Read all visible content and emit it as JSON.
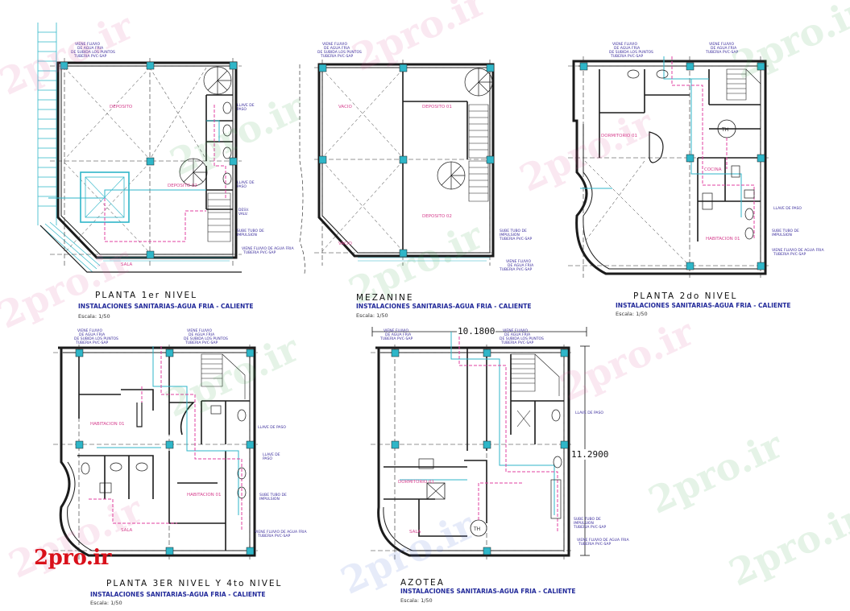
{
  "watermark": "2pro.ir",
  "logo_text": "2pro.ir",
  "colors": {
    "wall": "#1b1b1b",
    "axis": "#2a2a2a",
    "cold_water": "#2fb6c8",
    "hot_water": "#e040a0",
    "note_text": "#3a2c9c",
    "label_pink": "#d6408f",
    "logo": "#d9101a"
  },
  "plans": [
    {
      "id": "planta-1er-nivel",
      "title": "PLANTA 1er NIVEL",
      "subtitle": "INSTALACIONES SANITARIAS-AGUA FRIA - CALIENTE",
      "scale": "Escala: 1/50"
    },
    {
      "id": "mezanine",
      "title": "MEZANINE",
      "subtitle": "INSTALACIONES SANITARIAS-AGUA FRIA - CALIENTE",
      "scale": "Escala: 1/50"
    },
    {
      "id": "planta-2do-nivel",
      "title": "PLANTA 2do NIVEL",
      "subtitle": "INSTALACIONES SANITARIAS-AGUA FRIA - CALIENTE",
      "scale": "Escala: 1/50"
    },
    {
      "id": "planta-3er-4to-nivel",
      "title": "PLANTA 3ER NIVEL Y 4to NIVEL",
      "subtitle": "INSTALACIONES SANITARIAS-AGUA FRIA - CALIENTE",
      "scale": "Escala: 1/50"
    },
    {
      "id": "azotea",
      "title": "AZOTEA",
      "subtitle": "INSTALACIONES SANITARIAS-AGUA FRIA - CALIENTE",
      "scale": "Escala: 1/50"
    }
  ],
  "dimensions": {
    "azotea_width": "10.1800",
    "azotea_height": "11.2900"
  },
  "room_labels": {
    "deposito": "DEPOSITO",
    "deposito_2": "DEPOSITO 02",
    "dormitorio": "DORMITORIO 01",
    "habitacion": "HABITACION 01",
    "cocina": "COCINA",
    "sala": "SALA",
    "vacio": "VACIO",
    "th": "TH"
  },
  "notes": {
    "viene_fluvio": "VIENE FLUVIO DE AGUA FRIA",
    "sube_tubo": "SUBE TUBO DE IMPULSION",
    "tubo_pvc": "TUBERIA PVC-SAP"
  }
}
